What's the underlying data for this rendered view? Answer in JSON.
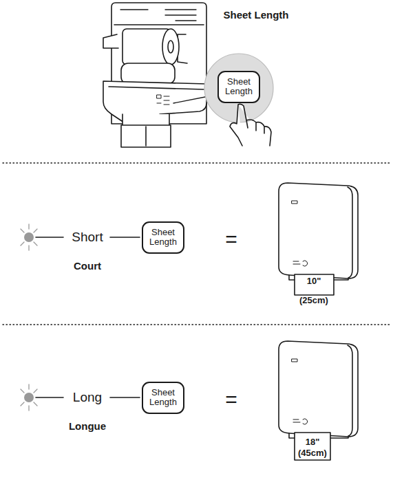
{
  "diagram": {
    "title": "Sheet Length",
    "nodes": [
      {
        "text": [
          "Sheet Length"
        ]
      },
      {
        "text": [
          "Sheet Length"
        ]
      },
      {
        "text": [
          "Sheet Length"
        ]
      }
    ],
    "labels": [
      "Short",
      "Court",
      "=",
      "10\"",
      "(25cm)",
      "Long",
      "Longue",
      "=",
      "18\"",
      "(45cm)"
    ]
  }
}
